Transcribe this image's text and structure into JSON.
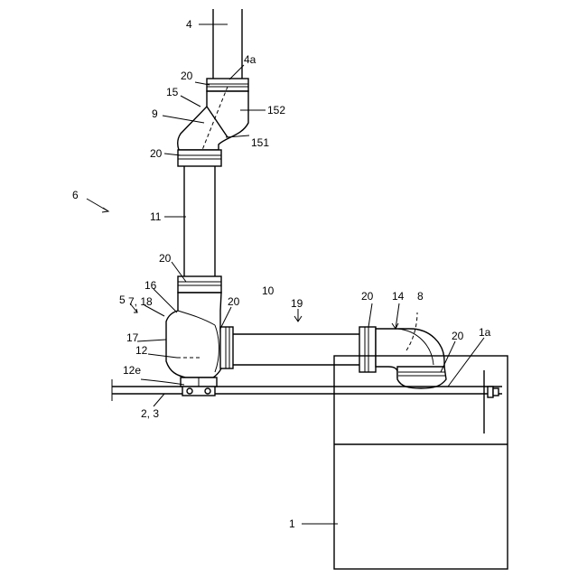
{
  "labels": {
    "l4": "4",
    "l4a": "4a",
    "l20a": "20",
    "l15": "15",
    "l152": "152",
    "l9": "9",
    "l20b": "20",
    "l151": "151",
    "l6": "6",
    "l11": "11",
    "l20c": "20",
    "l16": "16",
    "l7_18": "7, 18",
    "l5": "5",
    "l20d": "20",
    "l10": "10",
    "l19": "19",
    "l20e": "20",
    "l14": "14",
    "l8": "8",
    "l17": "17",
    "l12": "12",
    "l20f": "20",
    "l1a": "1a",
    "l12e": "12e",
    "l2_3": "2, 3",
    "l1": "1"
  }
}
